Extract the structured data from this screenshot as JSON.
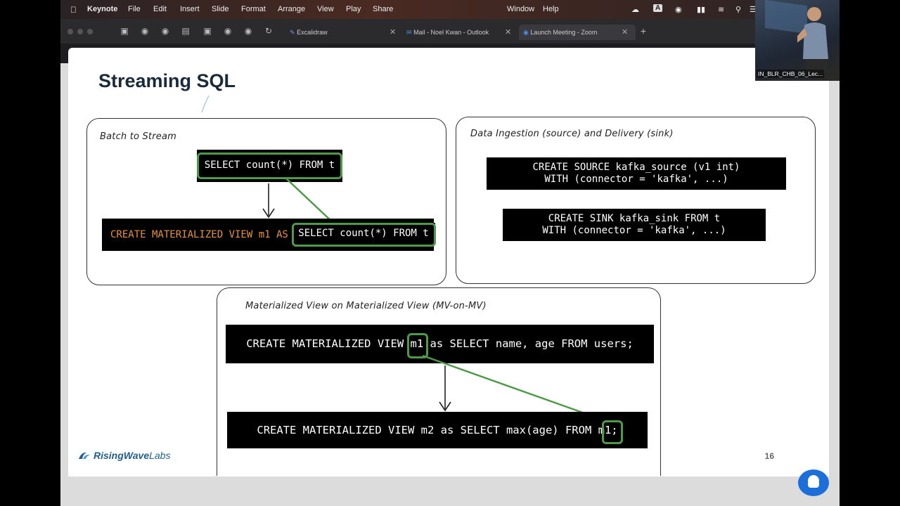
{
  "menubar": {
    "app": "Keynote",
    "items": [
      "File",
      "Edit",
      "Insert",
      "Slide",
      "Format",
      "Arrange",
      "View",
      "Play",
      "Share"
    ],
    "right_items": [
      "Window",
      "Help"
    ]
  },
  "tabs": [
    {
      "label": "Excalidraw",
      "icon": "excalidraw-icon"
    },
    {
      "label": "Mail - Noel Kwan - Outlook",
      "icon": "outlook-icon"
    },
    {
      "label": "Launch Meeting - Zoom",
      "icon": "zoom-icon",
      "active": true
    }
  ],
  "slide": {
    "title": "Streaming SQL",
    "page_number": "16",
    "logo": {
      "brand": "RisingWave",
      "suffix": "Labs"
    },
    "panels": {
      "batch": {
        "label": "Batch to Stream",
        "query": "SELECT count(*) FROM t",
        "mv_prefix": "CREATE MATERIALIZED VIEW m1 AS",
        "mv_query": "SELECT count(*) FROM t"
      },
      "ingestion": {
        "label": "Data Ingestion (source) and Delivery (sink)",
        "source_line1": "CREATE SOURCE kafka_source (v1 int)",
        "source_line2": "WITH (connector = 'kafka', ...)",
        "sink_line1": "CREATE SINK kafka_sink FROM t",
        "sink_line2": "WITH (connector = 'kafka', ...)"
      },
      "mvonmv": {
        "label": "Materialized View on Materialized View (MV-on-MV)",
        "line1_a": "CREATE MATERIALIZED VIEW ",
        "line1_hl": "m1",
        "line1_b": " as SELECT name, age FROM users;",
        "line2_a": "CREATE MATERIALIZED VIEW m2 as SELECT max(age) FROM ",
        "line2_hl": "m1",
        "line2_b": ";"
      }
    }
  },
  "camera": {
    "label": "IN_BLR_CHB_06_Lec..."
  },
  "colors": {
    "highlight": "#4f9a4a",
    "code_bg": "#000000",
    "orange": "#e8913a",
    "brand": "#1f5f8f"
  }
}
